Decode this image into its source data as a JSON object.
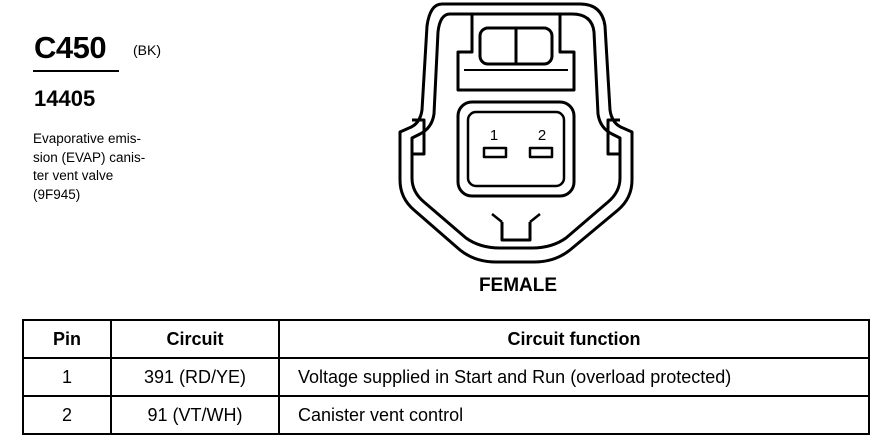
{
  "header": {
    "connector_id": "C450",
    "connector_color": "(BK)",
    "part_number": "14405",
    "description": [
      "Evaporative emis-",
      "sion (EVAP) canis-",
      "ter vent valve",
      "(9F945)"
    ]
  },
  "connector": {
    "pin_labels": [
      "1",
      "2"
    ],
    "gender": "FEMALE"
  },
  "table": {
    "headers": [
      "Pin",
      "Circuit",
      "Circuit function"
    ],
    "rows": [
      {
        "pin": "1",
        "circuit": "391 (RD/YE)",
        "function": "Voltage supplied in Start and Run (overload protected)"
      },
      {
        "pin": "2",
        "circuit": "91 (VT/WH)",
        "function": "Canister vent control"
      }
    ]
  }
}
